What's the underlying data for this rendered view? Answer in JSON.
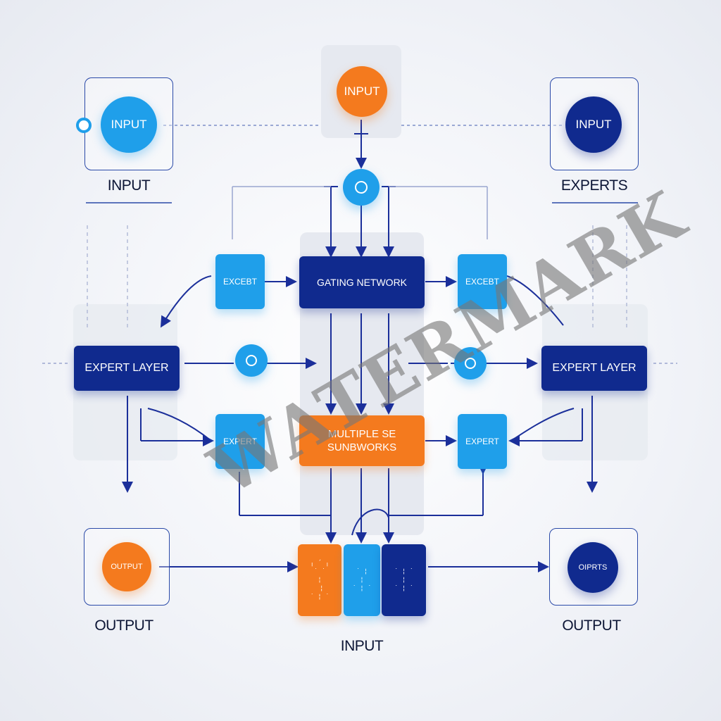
{
  "top": {
    "input_circle": "INPUT"
  },
  "left_top": {
    "circle": "INPUT",
    "label": "INPUT"
  },
  "right_top": {
    "circle": "INPUT",
    "label": "EXPERTS"
  },
  "center": {
    "gating": "GATING NETWORK",
    "multiple_line1": "MULTIPLE SE",
    "multiple_line2": "SUNBWORKS"
  },
  "experts": {
    "top_left": "EXCEBT",
    "top_right": "EXCEBT",
    "bottom_left": "EXPERT",
    "bottom_right": "EXPERT"
  },
  "layers": {
    "left": "EXPERT LAYER",
    "right": "EXPERT LAYER"
  },
  "left_bottom": {
    "circle": "OUTPUT",
    "label": "OUTPUT"
  },
  "right_bottom": {
    "circle": "OIPRTS",
    "label": "OUTPUT"
  },
  "bottom": {
    "label": "INPUT"
  },
  "watermark": "WATERMARK",
  "colors": {
    "orange": "#f47a1e",
    "light_blue": "#1f9fea",
    "navy": "#102a8e",
    "line": "#1b2f9a"
  }
}
